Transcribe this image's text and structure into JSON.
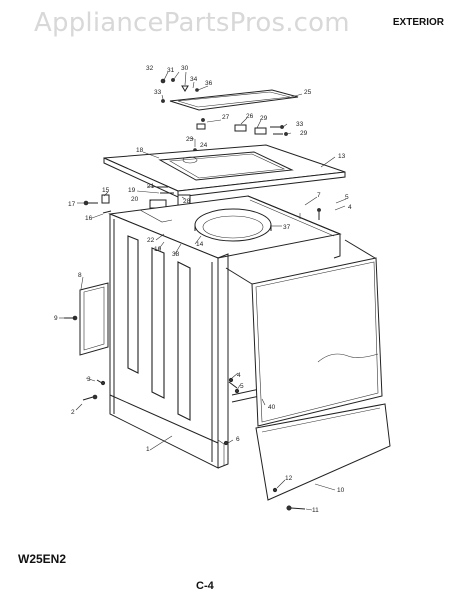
{
  "watermark": "AppliancePartsPros.com",
  "header": {
    "section": "EXTERIOR"
  },
  "footer": {
    "model": "W25EN2",
    "page": "C-4"
  },
  "callouts": [
    "32",
    "31",
    "30",
    "34",
    "36",
    "33",
    "25",
    "27",
    "26",
    "29",
    "33",
    "29",
    "23",
    "24",
    "18",
    "13",
    "21",
    "19",
    "20",
    "28",
    "7",
    "5",
    "4",
    "15",
    "17",
    "16",
    "22",
    "37",
    "14",
    "19",
    "38",
    "8",
    "9",
    "4",
    "5",
    "3",
    "2",
    "40",
    "6",
    "12",
    "10",
    "11",
    "1"
  ]
}
